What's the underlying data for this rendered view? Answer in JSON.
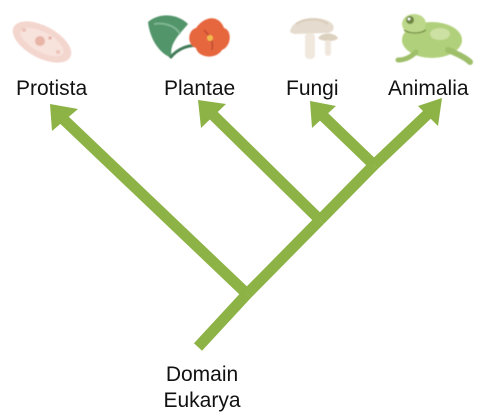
{
  "diagram": {
    "root": {
      "line1": "Domain",
      "line2": "Eukarya"
    },
    "kingdoms": [
      {
        "key": "protista",
        "label": "Protista",
        "icon": "protist-icon"
      },
      {
        "key": "plantae",
        "label": "Plantae",
        "icon": "plant-icon"
      },
      {
        "key": "fungi",
        "label": "Fungi",
        "icon": "mushroom-icon"
      },
      {
        "key": "animalia",
        "label": "Animalia",
        "icon": "frog-icon"
      }
    ],
    "colors": {
      "branch": "#8db246",
      "protist_fill": "#f0c9c0",
      "plant_leaf": "#3f8a5a",
      "plant_flower": "#e4562c",
      "mushroom_cap": "#e2d7c8",
      "frog_body": "#a7c96a"
    }
  }
}
